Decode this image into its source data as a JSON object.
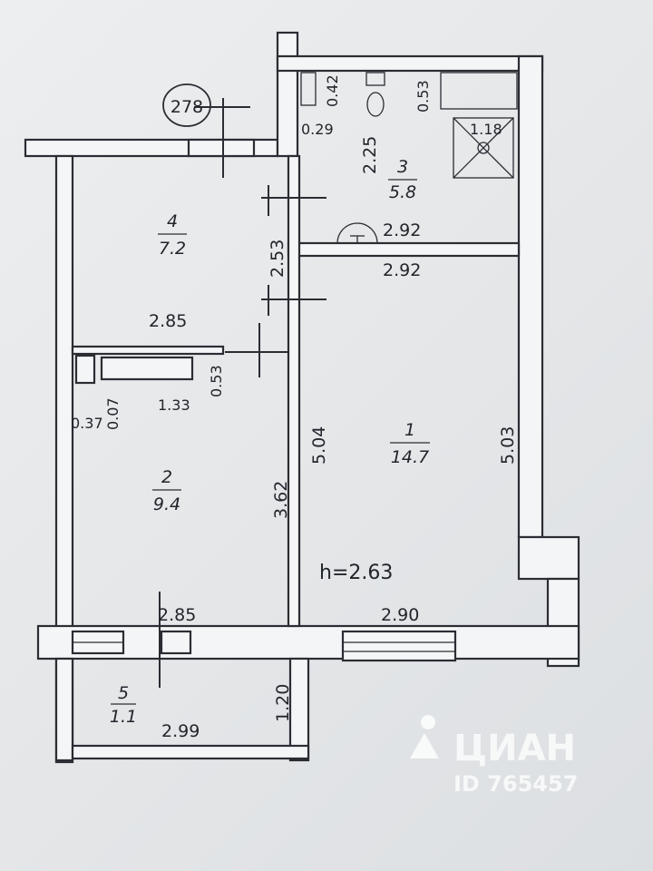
{
  "plan": {
    "building_number": "278",
    "ceiling_height": "h=2.63",
    "rooms": [
      {
        "number": "1",
        "area": "14.7"
      },
      {
        "number": "2",
        "area": "9.4"
      },
      {
        "number": "3",
        "area": "5.8"
      },
      {
        "number": "4",
        "area": "7.2"
      },
      {
        "number": "5",
        "area": "1.1"
      }
    ],
    "dimensions": {
      "bath_top_042": "0.42",
      "bath_top_053": "0.53",
      "bath_left_029": "0.29",
      "bath_width_225": "2.25",
      "shower_118": "1.18",
      "bath_bottom_292": "2.92",
      "room1_top_292": "2.92",
      "corridor_253": "2.53",
      "hall_285": "2.85",
      "closet_053": "0.53",
      "closet_133": "1.33",
      "closet_037": "0.37",
      "closet_007": "0.07",
      "room2_362": "3.62",
      "room1_504": "5.04",
      "room1_503": "5.03",
      "room2_bottom_285": "2.85",
      "room1_bottom_290": "2.90",
      "balcony_299": "2.99",
      "balcony_120": "1.20"
    }
  },
  "watermark": {
    "brand": "ЦИАН",
    "id_text": "ID 765457"
  }
}
